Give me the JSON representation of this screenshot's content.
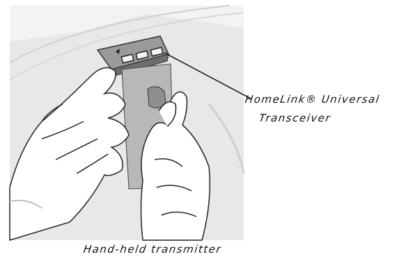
{
  "illustration": {
    "subject": "hands-inserting-transmitter-into-overhead-transceiver"
  },
  "labels": {
    "transceiver_line1": "HomeLink® Universal",
    "transceiver_line2": "Transceiver",
    "caption": "Hand-held transmitter"
  }
}
